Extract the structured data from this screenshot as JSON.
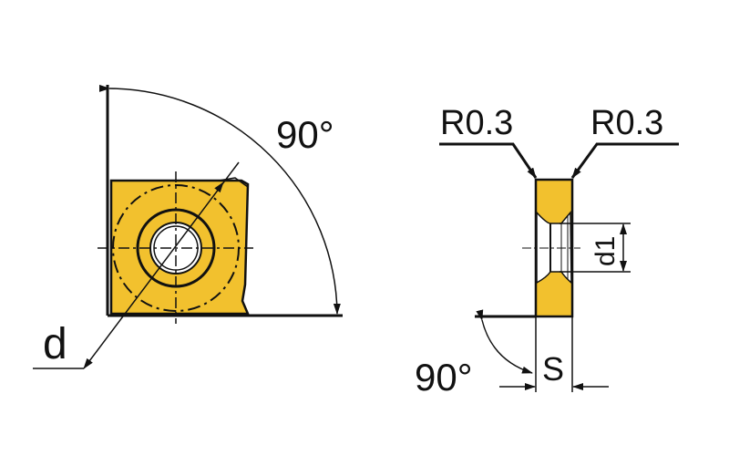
{
  "colors": {
    "insert_fill": "#F2C12E",
    "line": "#111111"
  },
  "top_view": {
    "angle_label": "90°",
    "diameter_label": "d"
  },
  "side_view": {
    "radius_left_label": "R0.3",
    "radius_right_label": "R0.3",
    "hole_diameter_label": "d1",
    "thickness_label": "S",
    "angle_label": "90°"
  }
}
